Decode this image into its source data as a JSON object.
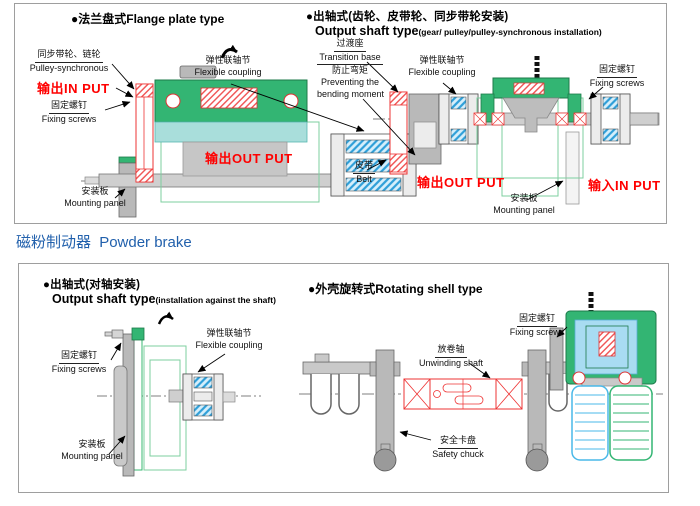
{
  "meta": {
    "bullet": "●"
  },
  "colors": {
    "label_red": "#ff0000",
    "heading_blue": "#2160ac",
    "machine_green": "#33b573",
    "machine_teal": "#a9dedb",
    "coupling_blue": "#2f9fd8",
    "machine_gray": "#b9b9b9"
  },
  "clutch_panel": {
    "flange": {
      "title": "法兰盘式Flange plate type",
      "pulley_zh": "同步带轮、链轮",
      "pulley_en": "Pulley-synchronous",
      "input_label": "输出IN PUT",
      "fixing_zh": "固定螺钉",
      "fixing_en": "Fixing screws",
      "coupling_zh": "弹性联轴节",
      "coupling_en": "Flexible coupling",
      "output_label": "输出OUT PUT",
      "mounting_zh": "安装板",
      "mounting_en": "Mounting panel"
    },
    "output_shaft": {
      "title_zh": "出轴式(齿轮、皮带轮、同步带轮安装)",
      "title_en_main": "Output shaft type",
      "title_en_sub": "(gear/ pulley/pulley-synchronous  installation)",
      "transition_zh": "过渡座",
      "transition_en": "Transition base",
      "bending_zh": "防止弯矩",
      "bending_en1": "Preventing the",
      "bending_en2": "bending moment",
      "coupling_zh": "弹性联轴节",
      "coupling_en": "Flexible coupling",
      "fixing_zh": "固定螺钉",
      "fixing_en": "Fixing screws",
      "belt_zh": "皮带",
      "belt_en": "Belt",
      "output_label": "输出OUT PUT",
      "mounting_zh": "安装板",
      "mounting_en": "Mounting panel",
      "input_label": "输入IN PUT"
    }
  },
  "brake_heading": {
    "zh": "磁粉制动器",
    "en": "Powder brake"
  },
  "brake_panel": {
    "output_shaft": {
      "title_zh": "出轴式(对轴安装)",
      "title_en_main": "Output shaft type",
      "title_en_sub": "(installation against the shaft)",
      "fixing_zh": "固定螺钉",
      "fixing_en": "Fixing screws",
      "coupling_zh": "弹性联轴节",
      "coupling_en": "Flexible coupling",
      "mounting_zh": "安装板",
      "mounting_en": "Mounting panel"
    },
    "rotating_shell": {
      "title": "外壳旋转式Rotating shell type",
      "fixing_zh": "固定螺钉",
      "fixing_en": "Fixing screws",
      "unwinding_zh": "放卷轴",
      "unwinding_en": "Unwinding shaft",
      "chuck_zh": "安全卡盘",
      "chuck_en": "Safety chuck"
    }
  }
}
